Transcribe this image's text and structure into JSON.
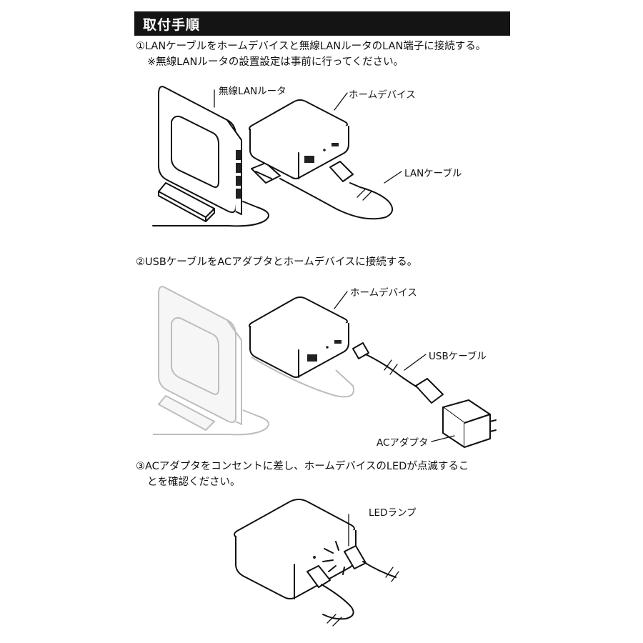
{
  "header": {
    "title": "取付手順"
  },
  "steps": [
    {
      "line1": "①LANケーブルをホームデバイスと無線LANルータのLAN端子に接続する。",
      "line2": "※無線LANルータの設置設定は事前に行ってください。"
    },
    {
      "line1": "②USBケーブルをACアダプタとホームデバイスに接続する。"
    },
    {
      "line1": "③ACアダプタをコンセントに差し、ホームデバイスのLEDが点滅するこ",
      "line2": "とを確認ください。"
    }
  ],
  "callouts": {
    "router": "無線LANルータ",
    "home_device_1": "ホームデバイス",
    "lan_cable": "LANケーブル",
    "home_device_2": "ホームデバイス",
    "usb_cable": "USBケーブル",
    "ac_adapter": "ACアダプタ",
    "led_lamp": "LEDランプ"
  }
}
